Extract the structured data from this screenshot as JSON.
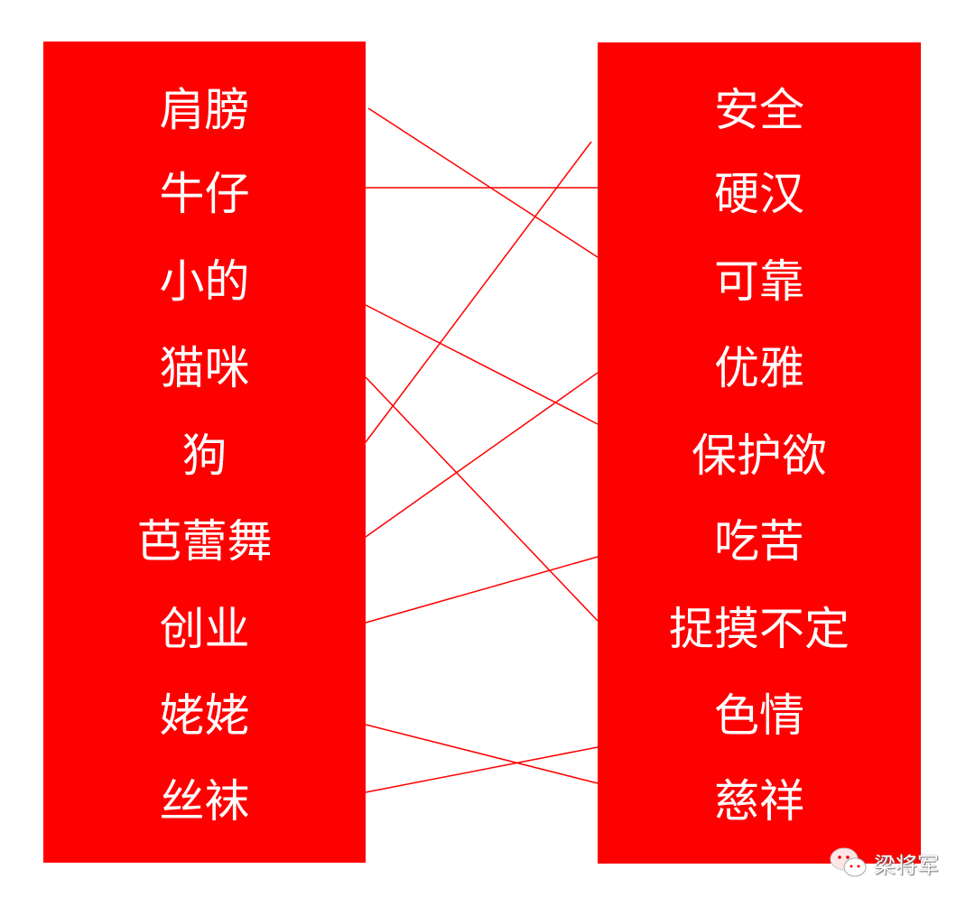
{
  "left_items": [
    "肩膀",
    "牛仔",
    "小的",
    "猫咪",
    "狗",
    "芭蕾舞",
    "创业",
    "姥姥",
    "丝袜"
  ],
  "right_items": [
    "安全",
    "硬汉",
    "可靠",
    "优雅",
    "保护欲",
    "吃苦",
    "捉摸不定",
    "色情",
    "慈祥"
  ],
  "connections": [
    {
      "from": "肩膀",
      "to": "可靠"
    },
    {
      "from": "牛仔",
      "to": "硬汉"
    },
    {
      "from": "小的",
      "to": "保护欲"
    },
    {
      "from": "猫咪",
      "to": "捉摸不定"
    },
    {
      "from": "狗",
      "to": "安全"
    },
    {
      "from": "芭蕾舞",
      "to": "优雅"
    },
    {
      "from": "创业",
      "to": "吃苦"
    },
    {
      "from": "姥姥",
      "to": "慈祥"
    },
    {
      "from": "丝袜",
      "to": "色情"
    }
  ],
  "colors": {
    "box": "#fe0000",
    "line": "#fe0000",
    "text": "#ffffff"
  },
  "watermark": {
    "icon": "wechat-icon",
    "text": "梁将军"
  }
}
